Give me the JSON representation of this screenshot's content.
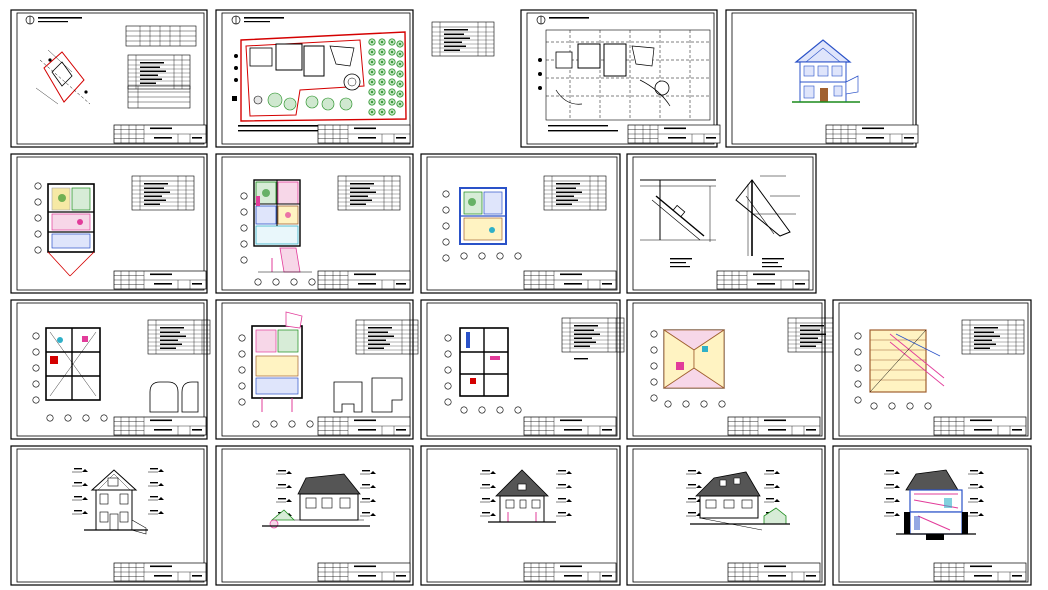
{
  "document": {
    "title": "",
    "sheet_count": 20
  },
  "sheets": [
    {
      "id": "s01",
      "kind": "situation-plan"
    },
    {
      "id": "s02",
      "kind": "master-plan-landscaping"
    },
    {
      "id": "s03",
      "kind": "site-layout-plan"
    },
    {
      "id": "s04",
      "kind": "house-section-render"
    },
    {
      "id": "s05",
      "kind": "foundation-plan"
    },
    {
      "id": "s06",
      "kind": "floor-plan-1"
    },
    {
      "id": "s07",
      "kind": "floor-plan-2"
    },
    {
      "id": "s08",
      "kind": "roof-nodes"
    },
    {
      "id": "s09",
      "kind": "structural-plan-1"
    },
    {
      "id": "s10",
      "kind": "structural-plan-2"
    },
    {
      "id": "s11",
      "kind": "structural-plan-3"
    },
    {
      "id": "s12",
      "kind": "roof-plan"
    },
    {
      "id": "s13",
      "kind": "rafter-plan"
    },
    {
      "id": "s14",
      "kind": "facade-front"
    },
    {
      "id": "s15",
      "kind": "facade-side-left"
    },
    {
      "id": "s16",
      "kind": "facade-rear"
    },
    {
      "id": "s17",
      "kind": "facade-side-right"
    },
    {
      "id": "s18",
      "kind": "section-1-1"
    },
    {
      "id": "s19",
      "kind": "blank"
    },
    {
      "id": "s20",
      "kind": "blank"
    }
  ],
  "colors": {
    "frame": "#000000",
    "red_outline": "#d40000",
    "pink": "#e23c9a",
    "blue": "#2a52c8",
    "green": "#1a8a1a",
    "roof_grey": "#555555",
    "brown": "#a06030",
    "yellow": "#e8c200",
    "cyan": "#2fb0c8"
  }
}
